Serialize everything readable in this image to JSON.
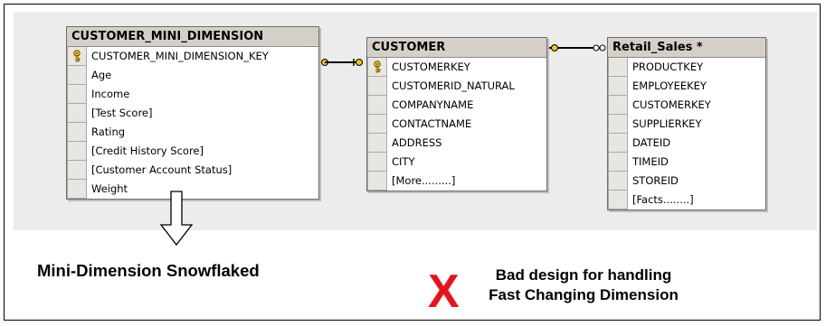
{
  "tables": [
    {
      "id": "mini",
      "title": "CUSTOMER_MINI_DIMENSION",
      "columns": [
        {
          "name": "CUSTOMER_MINI_DIMENSION_KEY",
          "key": true
        },
        {
          "name": "Age",
          "key": false
        },
        {
          "name": "Income",
          "key": false
        },
        {
          "name": "[Test Score]",
          "key": false
        },
        {
          "name": "Rating",
          "key": false
        },
        {
          "name": "[Credit History Score]",
          "key": false
        },
        {
          "name": "[Customer Account Status]",
          "key": false
        },
        {
          "name": "Weight",
          "key": false
        }
      ]
    },
    {
      "id": "customer",
      "title": "CUSTOMER",
      "columns": [
        {
          "name": "CUSTOMERKEY",
          "key": true
        },
        {
          "name": "CUSTOMERID_NATURAL",
          "key": false
        },
        {
          "name": "COMPANYNAME",
          "key": false
        },
        {
          "name": "CONTACTNAME",
          "key": false
        },
        {
          "name": "ADDRESS",
          "key": false
        },
        {
          "name": "CITY",
          "key": false
        },
        {
          "name": "[More.........]",
          "key": false
        }
      ]
    },
    {
      "id": "sales",
      "title": "Retail_Sales *",
      "columns": [
        {
          "name": "PRODUCTKEY",
          "key": false
        },
        {
          "name": "EMPLOYEEKEY",
          "key": false
        },
        {
          "name": "CUSTOMERKEY",
          "key": false
        },
        {
          "name": "SUPPLIERKEY",
          "key": false
        },
        {
          "name": "DATEID",
          "key": false
        },
        {
          "name": "TIMEID",
          "key": false
        },
        {
          "name": "STOREID",
          "key": false
        },
        {
          "name": "[Facts........]",
          "key": false
        }
      ]
    }
  ],
  "annotations": {
    "mini_dimension_label": "Mini-Dimension Snowflaked",
    "bad_design_mark": "X",
    "bad_design_line1": "Bad design for handling",
    "bad_design_line2": "Fast Changing Dimension"
  },
  "colors": {
    "canvas": "#ececec",
    "mark_red": "#e8131a",
    "key_yellow": "#f2c418"
  }
}
